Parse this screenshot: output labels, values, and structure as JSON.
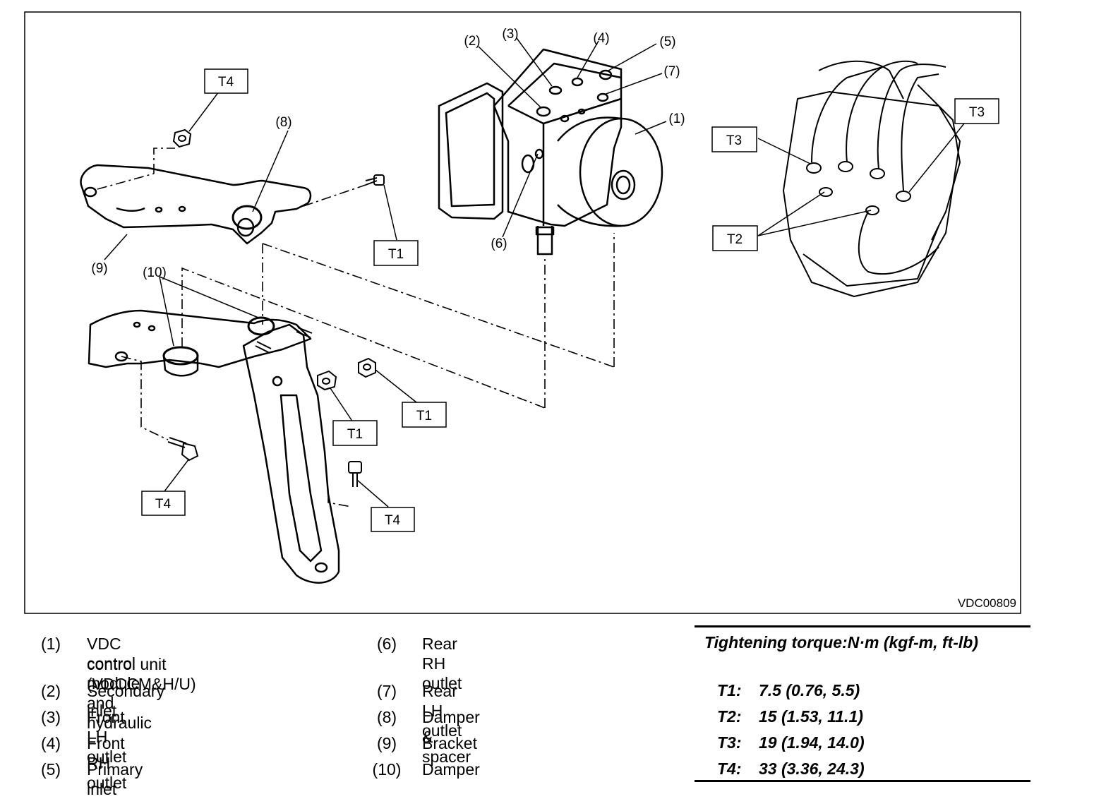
{
  "figure": {
    "code": "VDC00809",
    "callouts": {
      "c1": "(1)",
      "c2": "(2)",
      "c3": "(3)",
      "c4": "(4)",
      "c5": "(5)",
      "c6": "(6)",
      "c7": "(7)",
      "c8": "(8)",
      "c9": "(9)",
      "c10": "(10)"
    },
    "torque_tags": {
      "t4": "T4",
      "t1": "T1",
      "t3": "T3",
      "t2": "T2"
    }
  },
  "legend": {
    "items": [
      {
        "num": "(1)",
        "text": "VDC control module and hydraulic control unit (VDCCM&H/U)"
      },
      {
        "num": "(2)",
        "text": "Secondary inlet"
      },
      {
        "num": "(3)",
        "text": "Front LH outlet"
      },
      {
        "num": "(4)",
        "text": "Front RH outlet"
      },
      {
        "num": "(5)",
        "text": "Primary inlet"
      },
      {
        "num": "(6)",
        "text": "Rear RH outlet"
      },
      {
        "num": "(7)",
        "text": "Rear LH outlet"
      },
      {
        "num": "(8)",
        "text": "Damper & spacer"
      },
      {
        "num": "(9)",
        "text": "Bracket"
      },
      {
        "num": "(10)",
        "text": "Damper"
      }
    ],
    "item1_line1": "VDC control module and hydraulic",
    "item1_line2": "control unit (VDCCM&H/U)"
  },
  "torque": {
    "heading": "Tightening torque:N·m (kgf-m, ft-lb)",
    "rows": [
      {
        "code": "T1:",
        "value": "7.5 (0.76, 5.5)"
      },
      {
        "code": "T2:",
        "value": "15 (1.53, 11.1)"
      },
      {
        "code": "T3:",
        "value": "19 (1.94, 14.0)"
      },
      {
        "code": "T4:",
        "value": "33 (3.36, 24.3)"
      }
    ]
  }
}
